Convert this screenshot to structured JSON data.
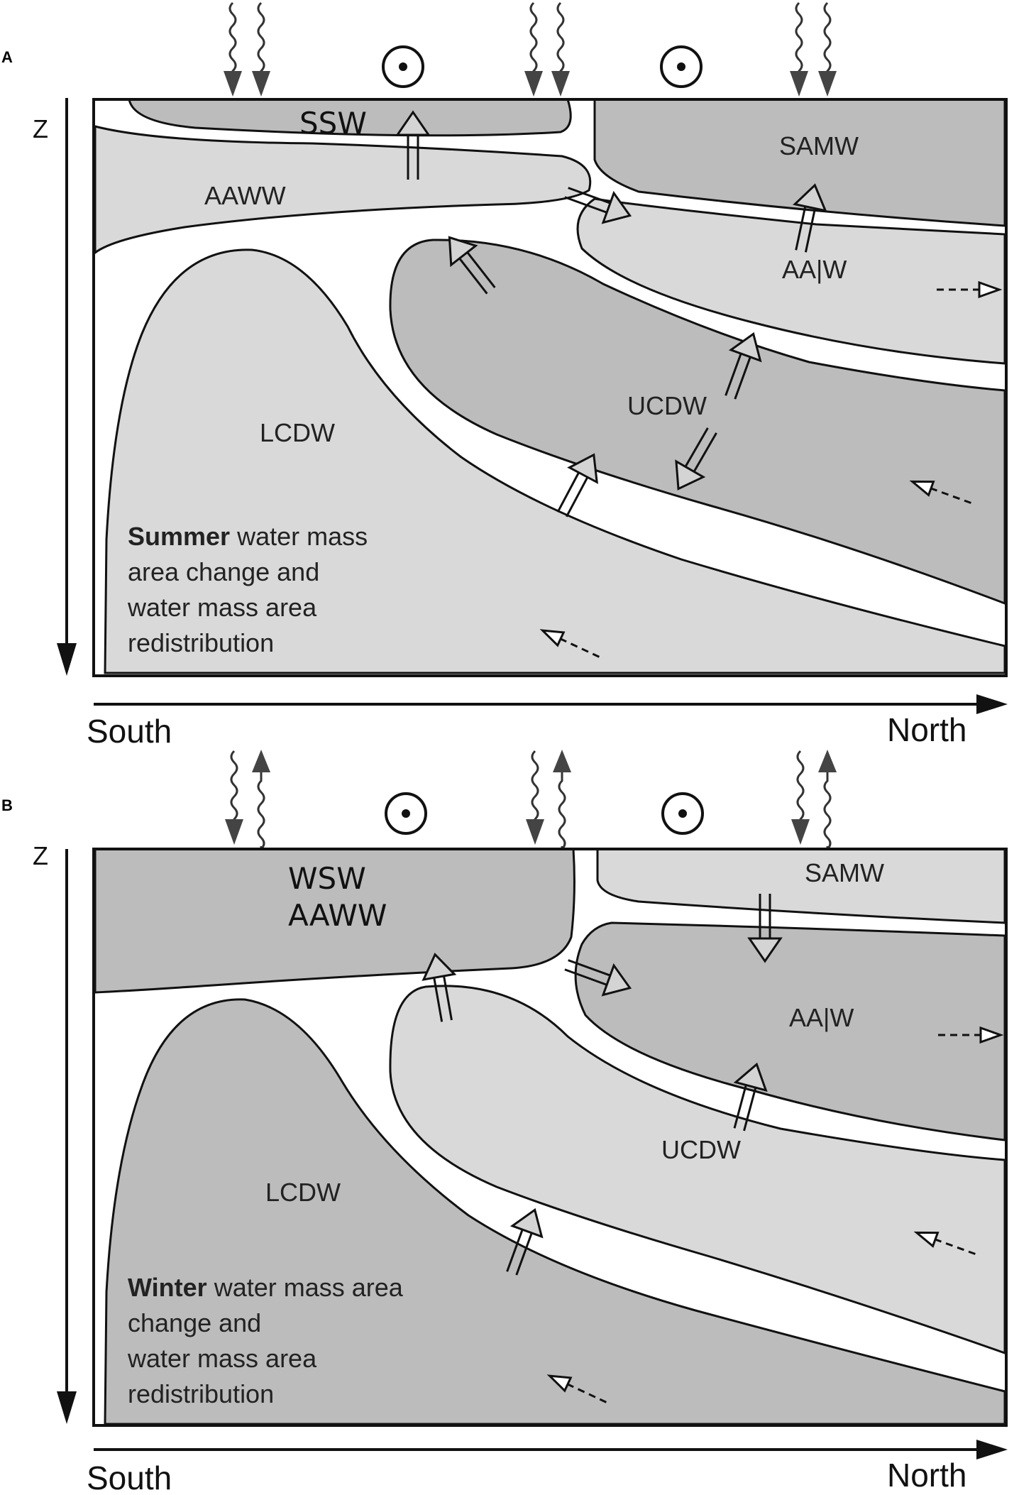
{
  "panels": [
    {
      "label": "A",
      "z_label": "Z",
      "south_label": "South",
      "north_label": "North",
      "water_masses": [
        "SSW",
        "SAMW",
        "AAWW",
        "AA|W",
        "UCDW",
        "LCDW"
      ],
      "caption_bold": "Summer",
      "caption_lines": [
        " water mass",
        "area change and",
        "water mass area",
        "redistribution"
      ]
    },
    {
      "label": "B",
      "z_label": "Z",
      "south_label": "South",
      "north_label": "North",
      "water_masses": [
        "WSW",
        "AAWW",
        "SAMW",
        "AA|W",
        "UCDW",
        "LCDW"
      ],
      "caption_bold": "Winter",
      "caption_lines": [
        " water mass area",
        "change and",
        "water mass area",
        "redistribution"
      ]
    }
  ],
  "colors": {
    "dark_fill": "#bcbcbc",
    "light_fill": "#d9d9d9",
    "line": "#111111"
  },
  "icons": [
    "wavy-down-arrow-icon",
    "wavy-up-arrow-icon",
    "circle-dot-icon",
    "hollow-arrow-icon",
    "dashed-arrow-icon"
  ]
}
